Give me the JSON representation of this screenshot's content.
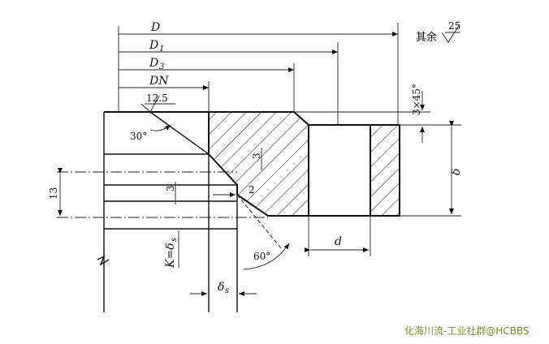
{
  "dimensions": {
    "D": "D",
    "D1": "D",
    "D1_sub": "1",
    "D3": "D",
    "D3_sub": "3",
    "DN": "DN",
    "d": "d",
    "delta": "δ",
    "K_eq": "K=δ",
    "K_sub": "s",
    "delta_s": "δ",
    "delta_s_sub": "s"
  },
  "values": {
    "chamfer": "3×45°",
    "height_13": "13",
    "gap_3_top": "3",
    "gap_3_mid": "3",
    "root_2": "2",
    "angle_30": "30°",
    "angle_60": "60°"
  },
  "roughness": {
    "weld_face": "12.5",
    "other_text": "其余",
    "other_value": "25"
  },
  "watermark": "化海川流-工业社群@HCBBS"
}
